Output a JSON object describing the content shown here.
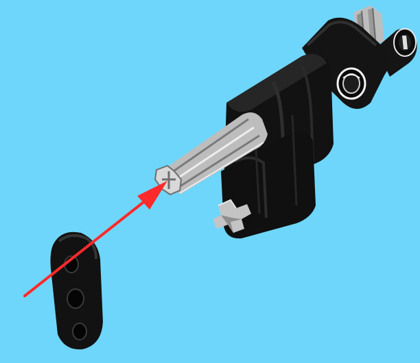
{
  "diagram": {
    "kind": "exploded assembly instruction step",
    "parts": [
      {
        "name": "beam-1x3",
        "color": "#111111"
      },
      {
        "name": "axle-connector-assembly",
        "color": "#141414"
      },
      {
        "name": "axle",
        "color": "#bfbfbf"
      },
      {
        "name": "cross-axle-end",
        "color": "#c4c4c4"
      },
      {
        "name": "bushing",
        "color": "#1a1a1a"
      }
    ],
    "arrow": {
      "color": "#ff2a2a"
    }
  },
  "colors": {
    "background": "#6fd6fb",
    "black_part": "#111111",
    "black_highlight": "#2e2e2e",
    "grey_part": "#bdbdbd",
    "grey_shade": "#8e8e8e",
    "arrow": "#ff2a2a",
    "white_ring": "#f4f4f4"
  }
}
